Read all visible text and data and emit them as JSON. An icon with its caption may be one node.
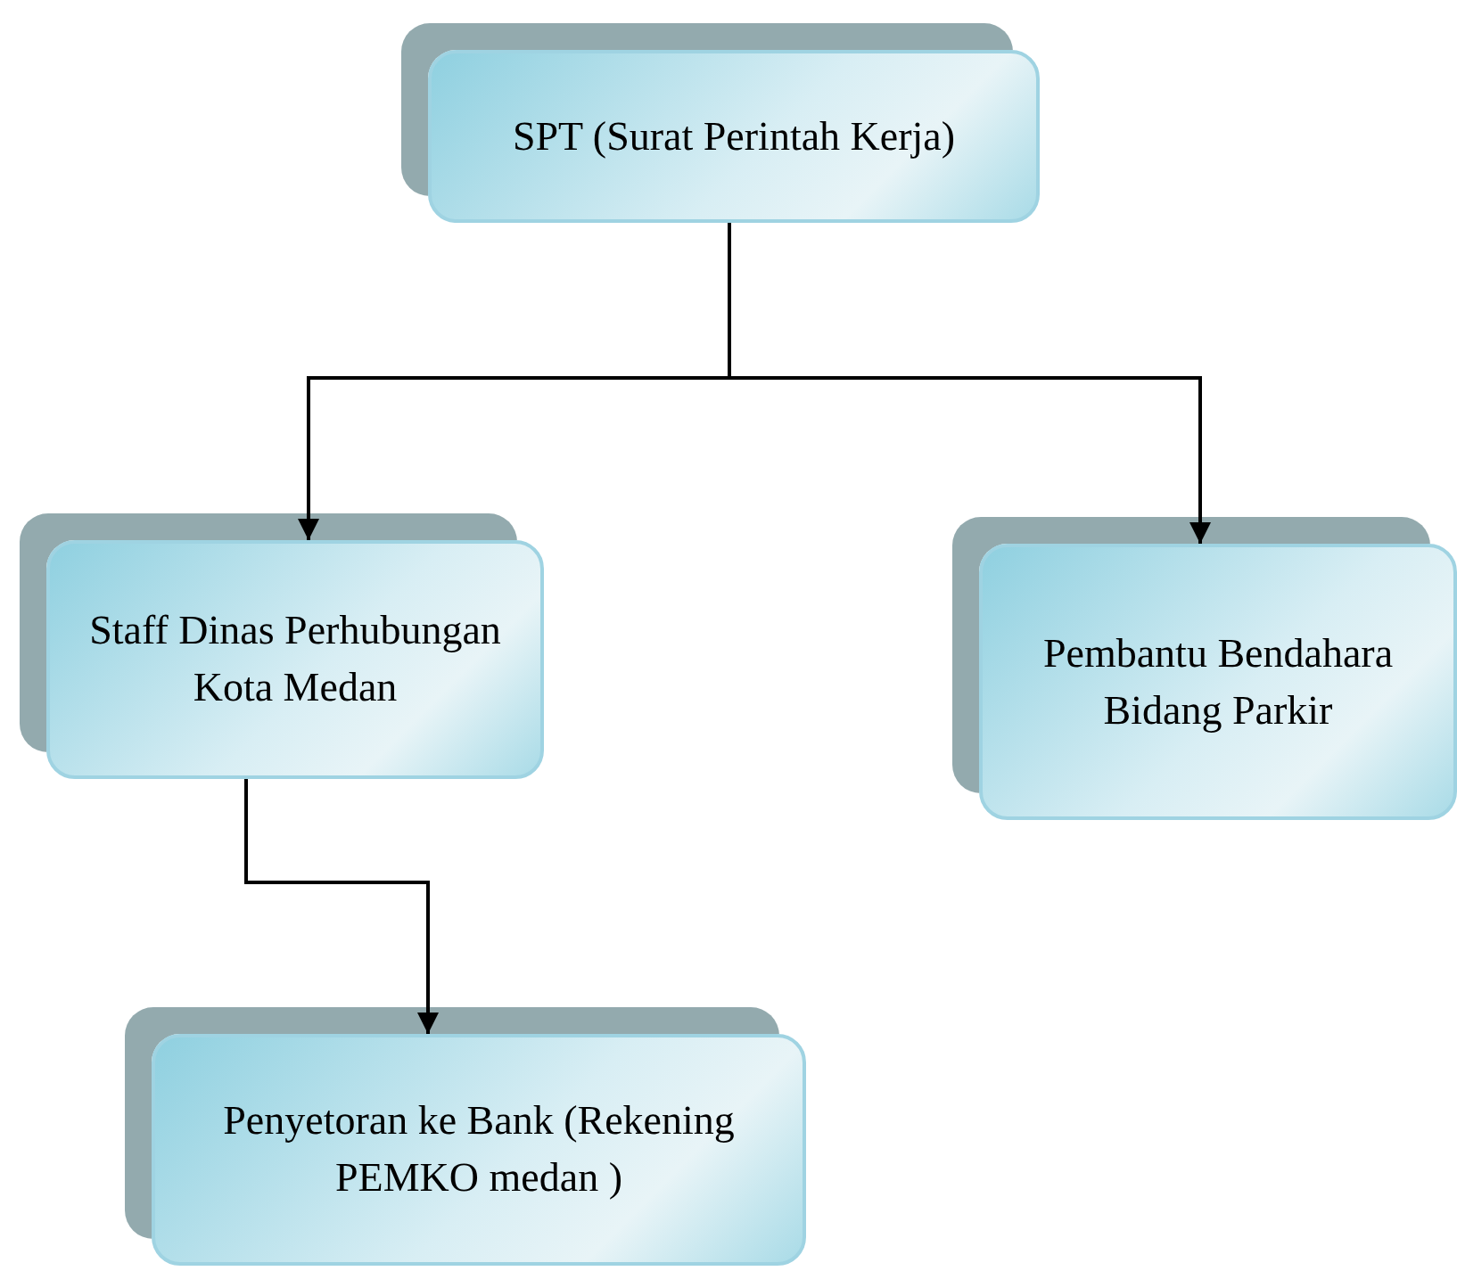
{
  "diagram": {
    "nodes": [
      {
        "text": [
          "SPT (Surat Perintah Kerja)"
        ]
      },
      {
        "text": [
          "Staff Dinas Perhubungan Kota Medan"
        ]
      },
      {
        "text": [
          "Pembantu Bendahara Bidang Parkir"
        ]
      },
      {
        "text": [
          "Penyetoran ke Bank (Rekening PEMKO medan )"
        ]
      }
    ],
    "edges": [
      {
        "from": 0,
        "to": 1,
        "arrow": "to"
      },
      {
        "from": 0,
        "to": 2,
        "arrow": "to"
      },
      {
        "from": 1,
        "to": 3,
        "arrow": "to"
      }
    ]
  }
}
